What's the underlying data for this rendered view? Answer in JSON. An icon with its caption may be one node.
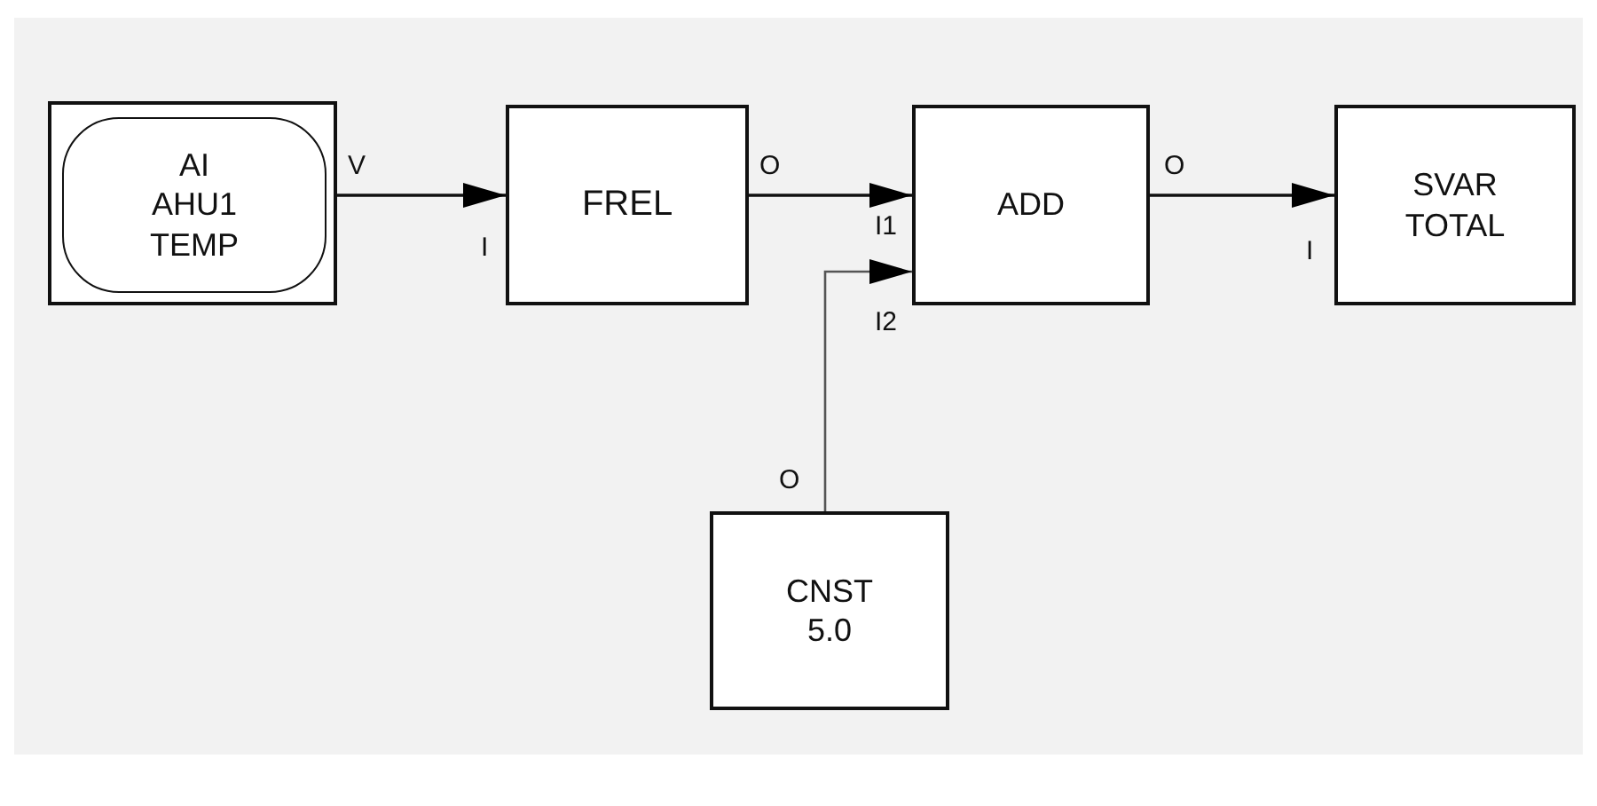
{
  "diagram": {
    "nodes": [
      {
        "text": [],
        "shape": "box",
        "beside": [
          "V"
        ]
      },
      {
        "text": [
          "AI AHU1 TEMP"
        ],
        "in": 0
      },
      {
        "text": [
          "FREL"
        ],
        "beside": [
          "I",
          "O"
        ]
      },
      {
        "text": [
          "ADD"
        ],
        "beside": [
          "I1",
          "I2",
          "O"
        ]
      },
      {
        "text": [
          "SVAR TOTAL"
        ],
        "beside": [
          "I"
        ]
      },
      {
        "text": [
          "CNST 5.0"
        ],
        "beside": [
          "O"
        ]
      }
    ],
    "edges": [
      {
        "from": 0,
        "to": 2,
        "arrow": "to"
      },
      {
        "from": 2,
        "to": 3,
        "arrow": "to"
      },
      {
        "from": 3,
        "to": 4,
        "arrow": "to"
      },
      {
        "from": 5,
        "to": 3,
        "arrow": "to",
        "color": "#555555"
      }
    ]
  }
}
